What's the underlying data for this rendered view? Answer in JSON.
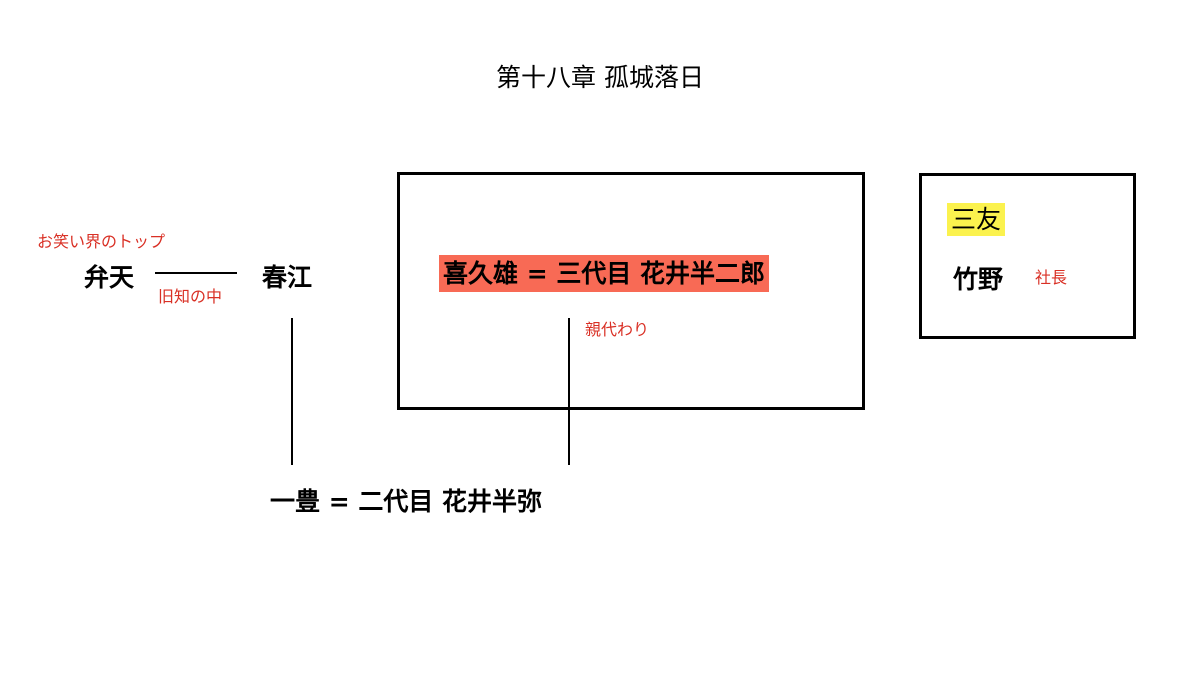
{
  "title": "第十八章 孤城落日",
  "nodes": {
    "benten": "弁天",
    "harue": "春江",
    "kazutoyo": "一豊 = 二代目 花井半弥",
    "kikuo": "喜久雄 = 三代目 花井半二郎",
    "mitomo": "三友",
    "takeno": "竹野"
  },
  "notes": {
    "benten_note": "お笑い界のトップ",
    "old_friends": "旧知の中",
    "parent_replacement": "親代わり",
    "president": "社長"
  },
  "colors": {
    "note_red": "#d93025",
    "highlight_red": "#f86a55",
    "highlight_yellow": "#fbf24e"
  }
}
